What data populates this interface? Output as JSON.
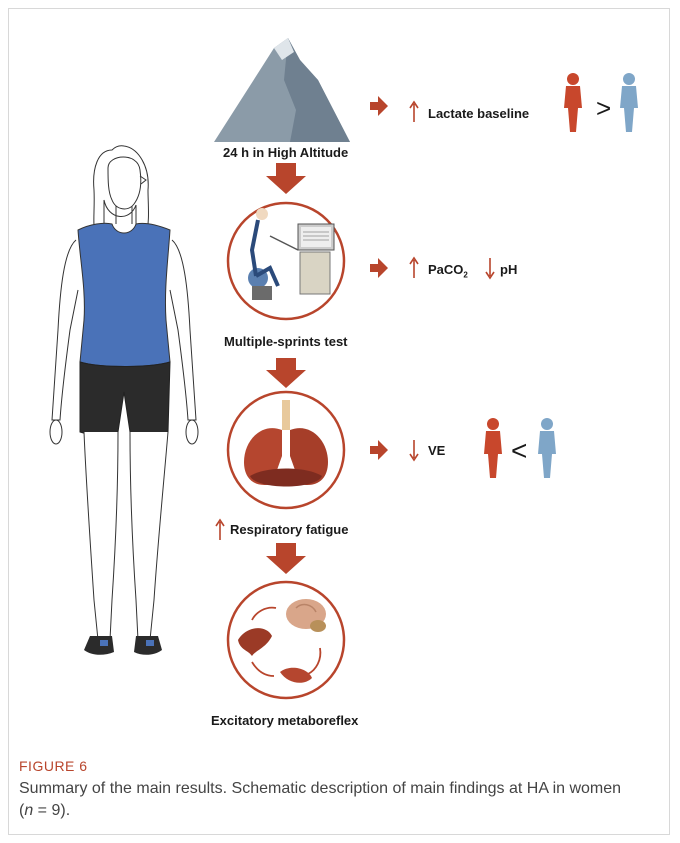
{
  "figure": {
    "steps": [
      {
        "label": "24 h in High Altitude",
        "result": "Lactate baseline",
        "comparison": ">"
      },
      {
        "label": "Multiple-sprints test",
        "result_a": "PaCO",
        "result_a_sub": "2",
        "result_b": "pH"
      },
      {
        "label": "Respiratory fatigue",
        "result": "VE",
        "comparison": "<"
      },
      {
        "label": "Excitatory metaboreflex"
      }
    ],
    "colors": {
      "accent": "#b8452c",
      "female": "#c8472c",
      "male": "#7fa6c8",
      "shirt": "#4a72b8",
      "shorts": "#2b2b2b"
    },
    "icons": [
      "mountain-icon",
      "woman-figure",
      "ergometer-icon",
      "lungs-icon",
      "brain-icon",
      "muscle-icon",
      "diaphragm-icon"
    ]
  },
  "caption": {
    "title": "FIGURE 6",
    "text_before": "Summary of the main results. Schematic description of main findings at HA in women (",
    "italic": "n",
    "text_after": " = 9)."
  }
}
